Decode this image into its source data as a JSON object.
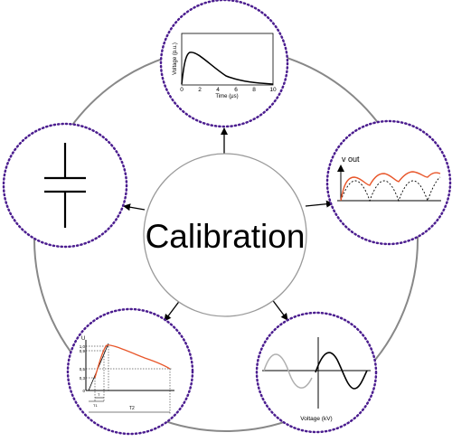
{
  "center": {
    "label": "Calibration"
  },
  "nodes": {
    "impulse_plot": {
      "ylabel": "Voltage (p.u.)",
      "xlabel": "Time (μs)",
      "ticks": [
        "0",
        "2",
        "4",
        "6",
        "8",
        "10"
      ]
    },
    "rectified": {
      "label": "v out"
    },
    "sine": {
      "xlabel": "Voltage (kV)"
    },
    "impulse_param": {
      "u_label": "U",
      "levels": [
        "1,0",
        "0,9",
        "0,5",
        "0,3",
        "0"
      ],
      "t1_label": "T1",
      "tc_label": "T",
      "t2_label": "T2"
    },
    "capacitor": {}
  },
  "colors": {
    "ring": "#888888",
    "dotted_border": "#4b1d8f",
    "curve_orange": "#e8562a",
    "line": "#000000"
  }
}
